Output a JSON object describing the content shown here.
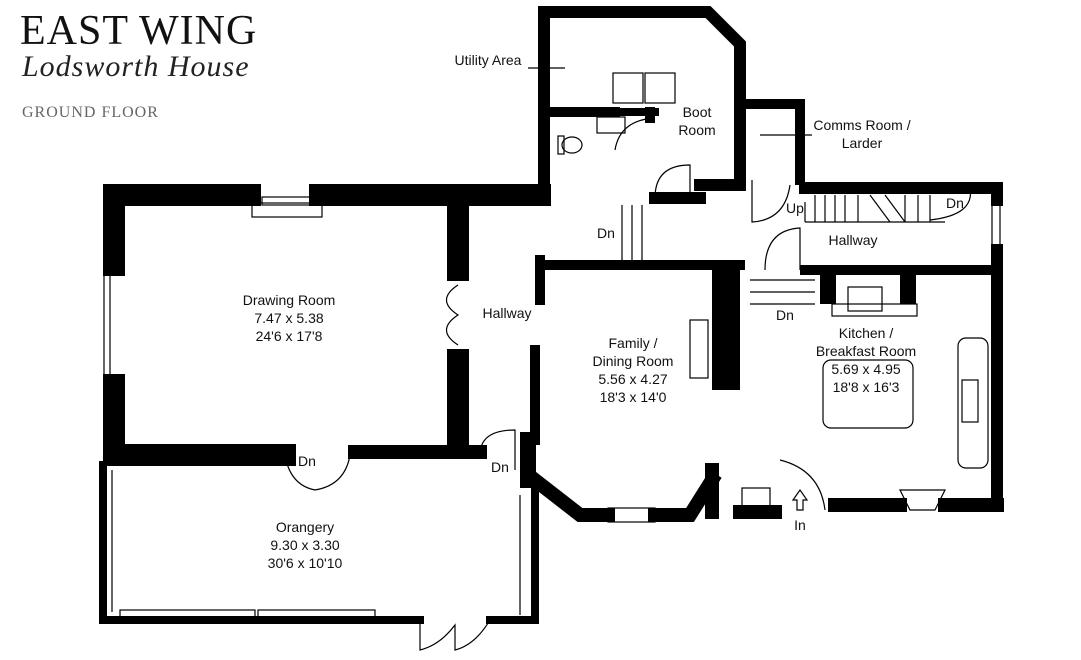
{
  "header": {
    "title": "EAST WING",
    "subtitle": "Lodsworth House",
    "floor": "GROUND FLOOR"
  },
  "rooms": {
    "drawing": {
      "name": "Drawing Room",
      "metric": "7.47 x 5.38",
      "imperial": "24'6 x 17'8"
    },
    "orangery": {
      "name": "Orangery",
      "metric": "9.30 x 3.30",
      "imperial": "30'6 x 10'10"
    },
    "family": {
      "name1": "Family /",
      "name2": "Dining Room",
      "metric": "5.56 x 4.27",
      "imperial": "18'3 x 14'0"
    },
    "kitchen": {
      "name1": "Kitchen /",
      "name2": "Breakfast Room",
      "metric": "5.69 x 4.95",
      "imperial": "18'8 x 16'3"
    },
    "hallway_left": {
      "name": "Hallway"
    },
    "hallway_right": {
      "name": "Hallway"
    },
    "utility": {
      "name": "Utility Area"
    },
    "boot": {
      "name1": "Boot",
      "name2": "Room"
    },
    "comms": {
      "name1": "Comms Room /",
      "name2": "Larder"
    }
  },
  "markers": {
    "dn": "Dn",
    "up": "Up",
    "in": "In"
  }
}
